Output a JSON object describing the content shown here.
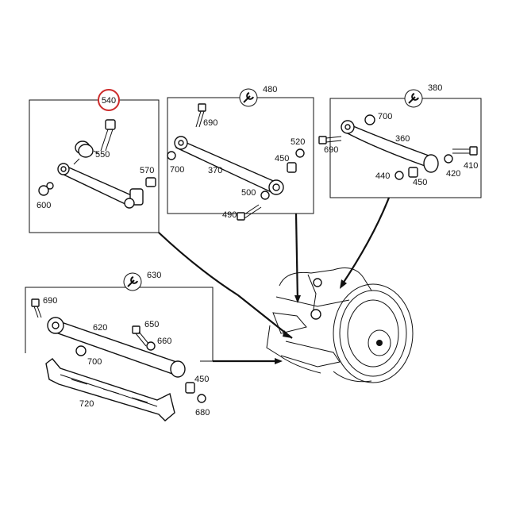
{
  "colors": {
    "highlight": "#cc2b2b",
    "ink": "#111111"
  },
  "callouts": {
    "box_540": {
      "title": "540",
      "labels": [
        "550",
        "570",
        "600"
      ]
    },
    "box_480": {
      "title": "480",
      "labels": [
        "690",
        "700",
        "370",
        "520",
        "450",
        "500",
        "490"
      ]
    },
    "box_380": {
      "title": "380",
      "labels": [
        "700",
        "690",
        "360",
        "420",
        "410",
        "440",
        "450"
      ]
    },
    "box_630": {
      "title": "630",
      "labels": [
        "690",
        "620",
        "650",
        "660",
        "700",
        "450",
        "680"
      ]
    },
    "loose": {
      "label_720": "720"
    }
  },
  "icons": [
    "wrench-icon"
  ]
}
